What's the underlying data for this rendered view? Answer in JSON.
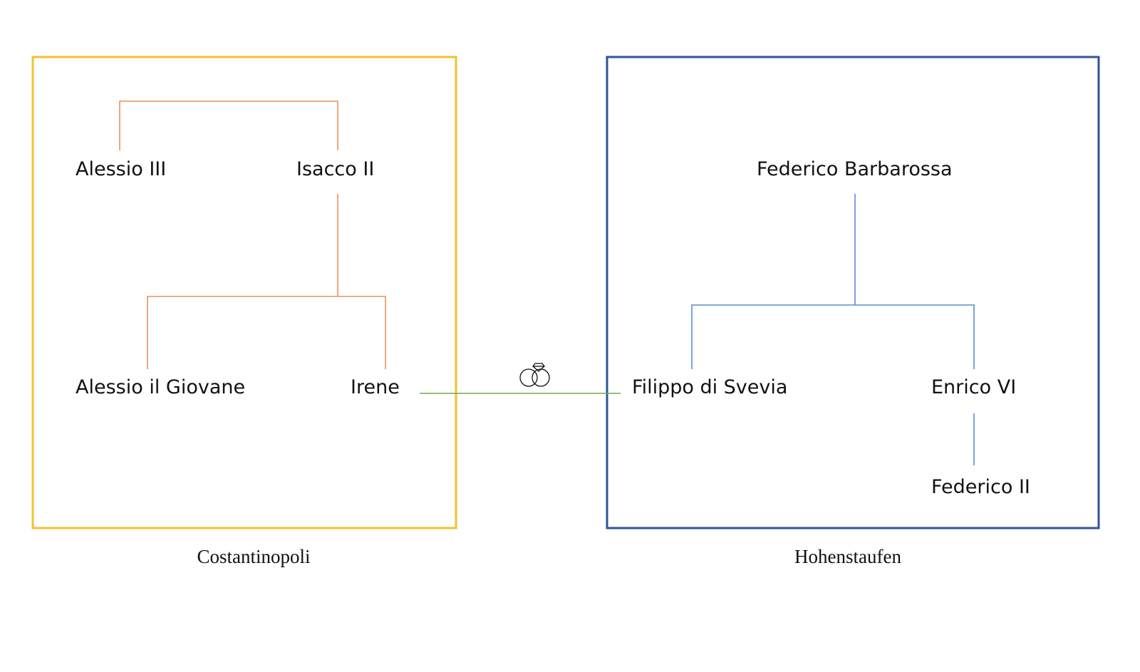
{
  "colors": {
    "costantinopoli_frame": "#F2C12E",
    "hohenstaufen_frame": "#2F5597",
    "costantinopoli_lines": "#E8935A",
    "hohenstaufen_lines": "#5B8BD6",
    "marriage_line": "#70AD47",
    "text": "#111111"
  },
  "families": {
    "costantinopoli": {
      "caption": "Costantinopoli",
      "members": {
        "alessio_iii": "Alessio III",
        "isacco_ii": "Isacco II",
        "alessio_il_giovane": "Alessio il Giovane",
        "irene": "Irene"
      }
    },
    "hohenstaufen": {
      "caption": "Hohenstaufen",
      "members": {
        "federico_barbarossa": "Federico Barbarossa",
        "filippo_di_svevia": "Filippo di Svevia",
        "enrico_vi": "Enrico VI",
        "federico_ii": "Federico II"
      }
    }
  },
  "marriage": {
    "icon": "wedding-rings-icon",
    "between": [
      "Irene",
      "Filippo di Svevia"
    ]
  }
}
